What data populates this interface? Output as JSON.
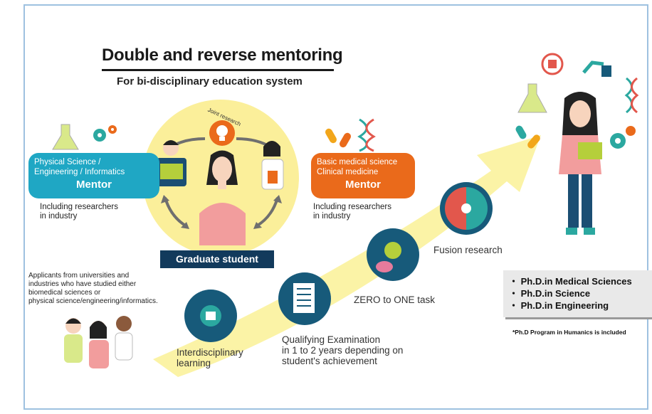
{
  "title": "Double and reverse mentoring",
  "subtitle": "For bi-disciplinary education system",
  "joint_research": "Joint research",
  "left_mentor": {
    "line1": "Physical Science /",
    "line2": "Engineering / Informatics",
    "label": "Mentor",
    "note1": "Including researchers",
    "note2": "in industry"
  },
  "right_mentor": {
    "line1": "Basic medical science",
    "line2": "Clinical medicine",
    "label": "Mentor",
    "note1": "Including researchers",
    "note2": "in industry"
  },
  "graduate_student": "Graduate student",
  "applicants": {
    "line1": "Applicants from universities and",
    "line2": "industries who have studied either",
    "line3": "biomedical sciences or",
    "line4": "physical science/engineering/informatics."
  },
  "stages": {
    "interdisciplinary_1": "Interdisciplinary",
    "interdisciplinary_2": "learning",
    "qualifying_1": "Qualifying Examination",
    "qualifying_2": "in 1 to 2 years depending on",
    "qualifying_3": "student's achievement",
    "zero_to_one": "ZERO to ONE task",
    "fusion": "Fusion research"
  },
  "degrees": [
    "・ Ph.D.in Medical Sciences",
    "・ Ph.D.in Science",
    "・ Ph.D.in Engineering"
  ],
  "degree_note": "*Ph.D Program in Humanics is included",
  "colors": {
    "teal": "#1fa7c4",
    "orange": "#ea6a1b",
    "navy": "#123a5c",
    "yellow_circle": "#fbef9a",
    "arrow": "#fbf3a6",
    "stage_circle": "#175a7a"
  }
}
